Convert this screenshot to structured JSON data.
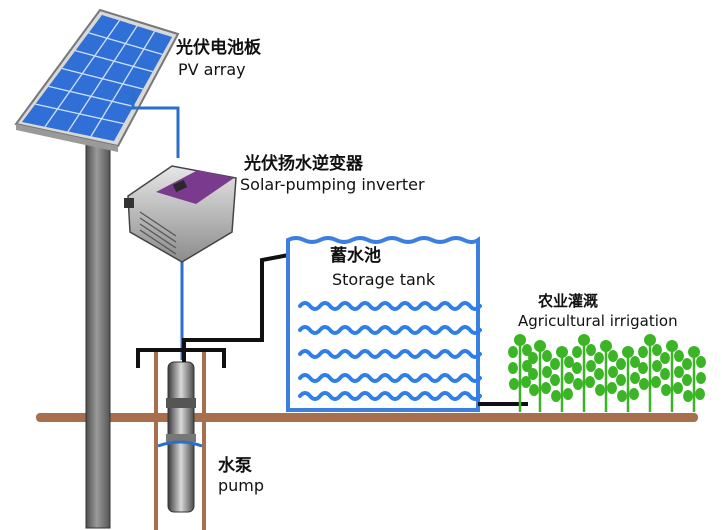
{
  "labels": {
    "pv_array_zh": "光伏电池板",
    "pv_array_en": "PV array",
    "inverter_zh": "光伏扬水逆变器",
    "inverter_en": "Solar-pumping inverter",
    "tank_zh": "蓄水池",
    "tank_en": "Storage tank",
    "irrigation_zh": "农业灌溉",
    "irrigation_en": "Agricultural irrigation",
    "pump_zh": "水泵",
    "pump_en": "pump"
  },
  "colors": {
    "cable": "#2b6fc9",
    "pipe": "#111111",
    "ground": "#a86f4c",
    "panel_cell": "#2f6fd6",
    "water_wave": "#2e7fe8",
    "tank_border": "#3b7fe0",
    "plant": "#3bb526",
    "pole": "#6d6d6d"
  },
  "icons": {
    "panel": "solar-panel-icon",
    "inverter": "inverter-device-icon",
    "pump": "submersible-pump-icon",
    "plants": "crop-plant-icon"
  }
}
